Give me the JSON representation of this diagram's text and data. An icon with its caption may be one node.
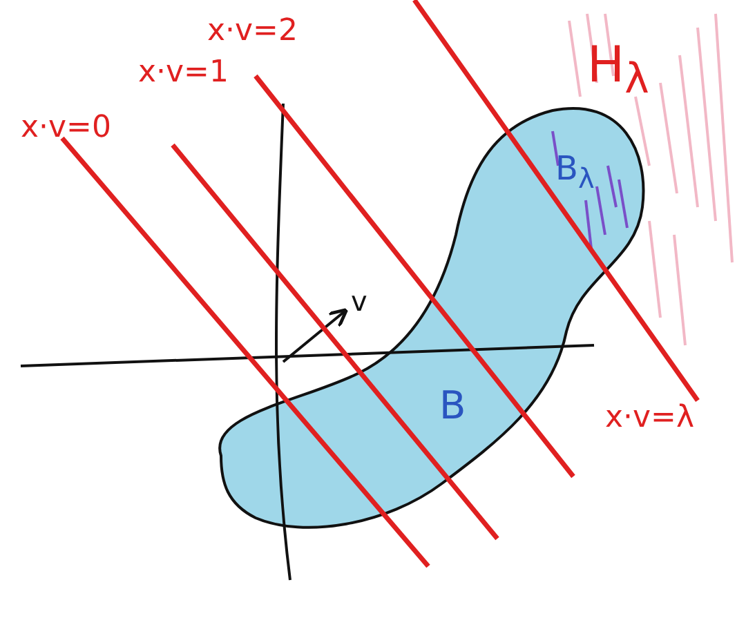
{
  "diagram": {
    "labels": [
      "x·v=2",
      "x·v=1",
      "x·v=0",
      "H$_{λ}$",
      "B$_{λ}$",
      "v",
      "B",
      "x·v=λ"
    ]
  }
}
